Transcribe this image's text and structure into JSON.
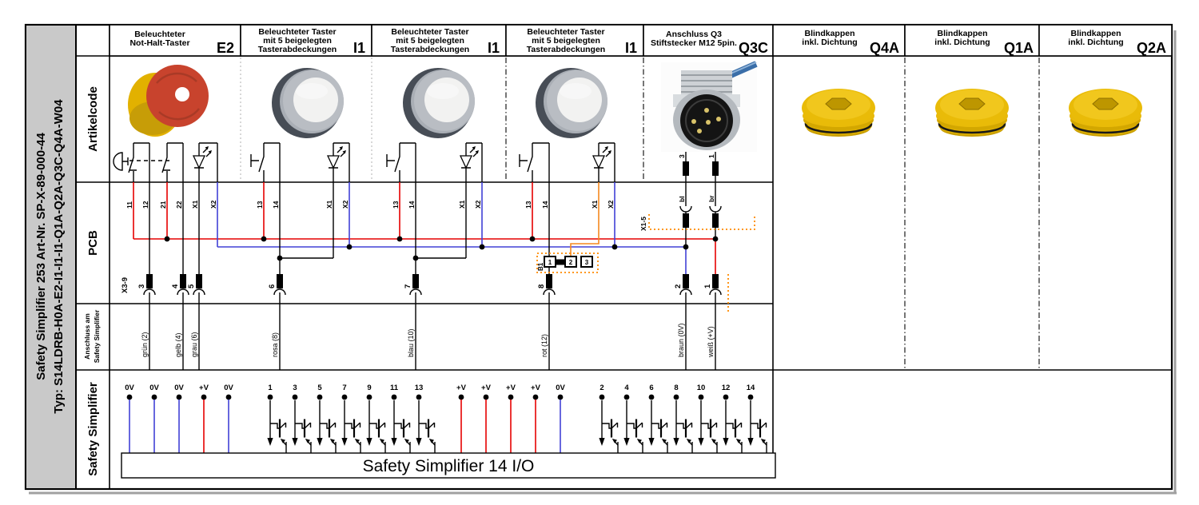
{
  "sidebar": {
    "line1": "Safety Simplifier  253 Art-Nr. SP-X-89-000-44",
    "line2": "Typ: S14LDRB-H0A-E2-I1-I1-I1-Q1A-Q2A-Q3C-Q4A-W04"
  },
  "rows": {
    "artikelcode": "Artikelcode",
    "pcb": "PCB",
    "anschluss1": "Anschluss am",
    "anschluss2": "Safety Simplifier",
    "simplifier": "Safety Simplifier"
  },
  "headers": [
    {
      "l1": "Beleuchteter",
      "l2": "Not-Halt-Taster",
      "l3": "",
      "code": "E2"
    },
    {
      "l1": "Beleuchteter Taster",
      "l2": "mit 5 beigelegten",
      "l3": "Tasterabdeckungen",
      "code": "I1"
    },
    {
      "l1": "Beleuchteter Taster",
      "l2": "mit 5 beigelegten",
      "l3": "Tasterabdeckungen",
      "code": "I1"
    },
    {
      "l1": "Beleuchteter Taster",
      "l2": "mit 5 beigelegten",
      "l3": "Tasterabdeckungen",
      "code": "I1"
    },
    {
      "l1": "Anschluss Q3",
      "l2": "Stiftstecker M12 5pin.",
      "l3": "",
      "code": "Q3C"
    },
    {
      "l1": "Blindkappen",
      "l2": "inkl. Dichtung",
      "l3": "",
      "code": "Q4A"
    },
    {
      "l1": "Blindkappen",
      "l2": "inkl. Dichtung",
      "l3": "",
      "code": "Q1A"
    },
    {
      "l1": "Blindkappen",
      "l2": "inkl. Dichtung",
      "l3": "",
      "code": "Q2A"
    }
  ],
  "pcb": {
    "e2_wires": [
      "11",
      "12",
      "21",
      "22",
      "X1",
      "X2"
    ],
    "i1a_wires": [
      "13",
      "14",
      "X1",
      "X2"
    ],
    "i1b_wires": [
      "13",
      "14",
      "X1",
      "X2"
    ],
    "i1c_wires": [
      "13",
      "14",
      "X1",
      "X2"
    ],
    "q3c_pins": [
      "3",
      "1"
    ],
    "q3c_cores": [
      "bl",
      "br"
    ],
    "x15_label": "X1-5",
    "x39_label": "X3-9",
    "terminals": [
      "3",
      "4",
      "5",
      "6",
      "7",
      "8",
      "2",
      "1"
    ],
    "jumper": {
      "name": "B1",
      "p1": "1",
      "p2": "2",
      "p3": "3"
    }
  },
  "anschluss": {
    "labels": [
      "grün (2)",
      "gelb (4)",
      "grau (6)",
      "rosa (8)",
      "blau (10)",
      "rot (12)",
      "braun (0V)",
      "weiß (+V)"
    ]
  },
  "simplifier": {
    "labels": [
      "0V",
      "0V",
      "0V",
      "+V",
      "0V",
      "1",
      "3",
      "5",
      "7",
      "9",
      "11",
      "13",
      "+V",
      "+V",
      "+V",
      "+V",
      "0V",
      "2",
      "4",
      "6",
      "8",
      "10",
      "12",
      "14"
    ],
    "box_label": "Safety Simplifier 14 I/O"
  },
  "colors": {
    "wire_red": "#e60000",
    "wire_blue": "#4141d6",
    "wire_orange": "#f5891f",
    "connector_orange": "#ff8a00",
    "estop_red": "#c8432d",
    "cap_yellow": "#e6b400",
    "sidebar_gray": "#c9c9c9"
  }
}
